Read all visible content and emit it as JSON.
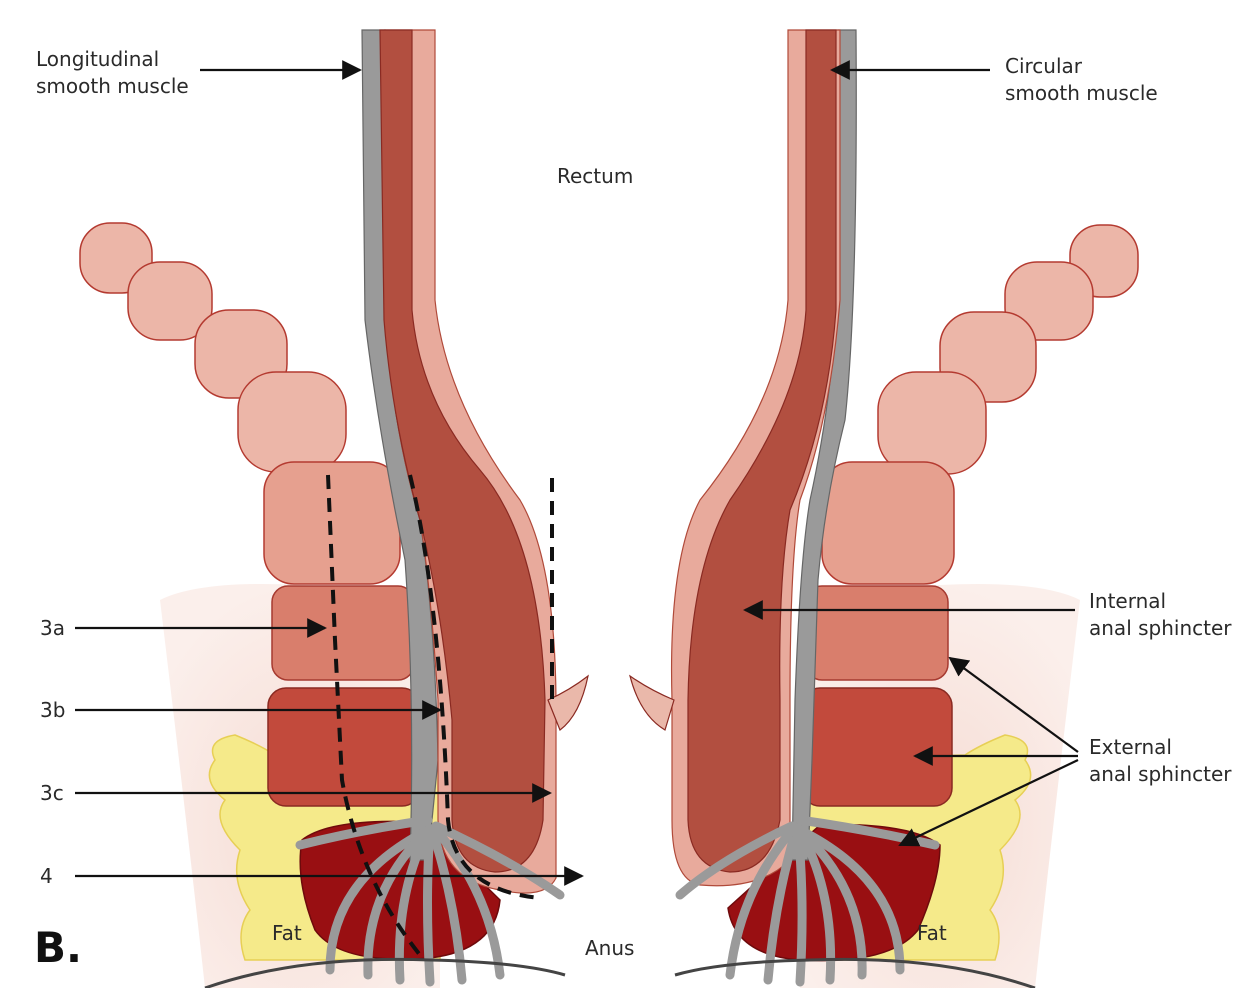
{
  "panel_letter": "B.",
  "labels": {
    "longitudinal_1": "Longitudinal",
    "longitudinal_2": "smooth muscle",
    "circular_1": "Circular",
    "circular_2": "smooth muscle",
    "rectum": "Rectum",
    "internal_1": "Internal",
    "internal_2": "anal sphincter",
    "external_1": "External",
    "external_2": "anal sphincter",
    "grade_3a": "3a",
    "grade_3b": "3b",
    "grade_3c": "3c",
    "grade_4": "4",
    "fat_left": "Fat",
    "fat_right": "Fat",
    "anus": "Anus"
  },
  "colors": {
    "mucosa_pink": "#e8aa9c",
    "smooth_muscle_dark": "#b24f40",
    "longitudinal_grey": "#9a9a9a",
    "external_sphincter_light": "#e0907e",
    "external_sphincter_mid": "#c24a3c",
    "external_sphincter_deep": "#990f12",
    "fat_yellow": "#f5ea8a",
    "levator_pink": "#ecb6a8",
    "outline": "#8a2a22"
  }
}
